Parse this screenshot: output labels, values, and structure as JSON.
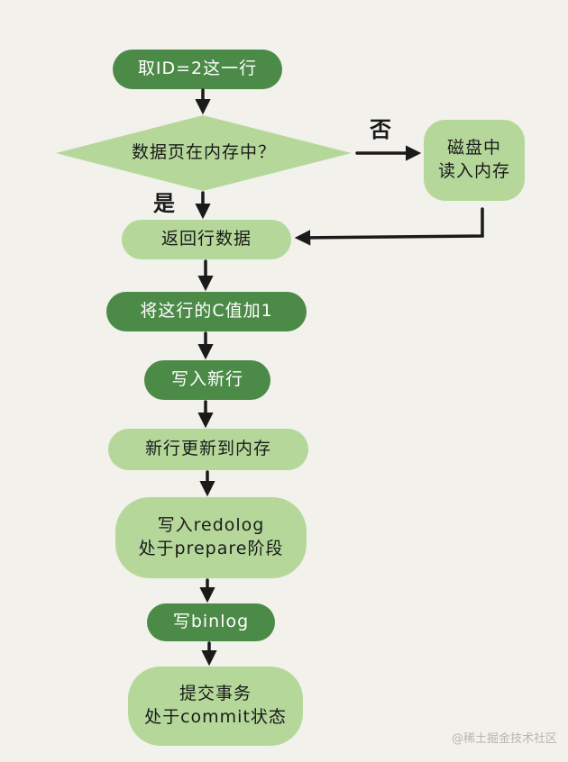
{
  "nodes": {
    "fetch_row": "取ID=2这一行",
    "in_memory": "数据页在内存中？",
    "disk_read_1": "磁盘中",
    "disk_read_2": "读入内存",
    "return_row": "返回行数据",
    "incr_c": "将这行的C值加1",
    "write_row": "写入新行",
    "update_mem": "新行更新到内存",
    "redolog_1": "写入redolog",
    "redolog_2": "处于prepare阶段",
    "binlog": "写binlog",
    "commit_1": "提交事务",
    "commit_2": "处于commit状态"
  },
  "labels": {
    "no": "否",
    "yes": "是"
  },
  "watermark": "@稀土掘金技术社区",
  "colors": {
    "dark": "#4c8a48",
    "light": "#b5d89a",
    "background": "#f2f1ec",
    "stroke": "#1a1a1a"
  }
}
